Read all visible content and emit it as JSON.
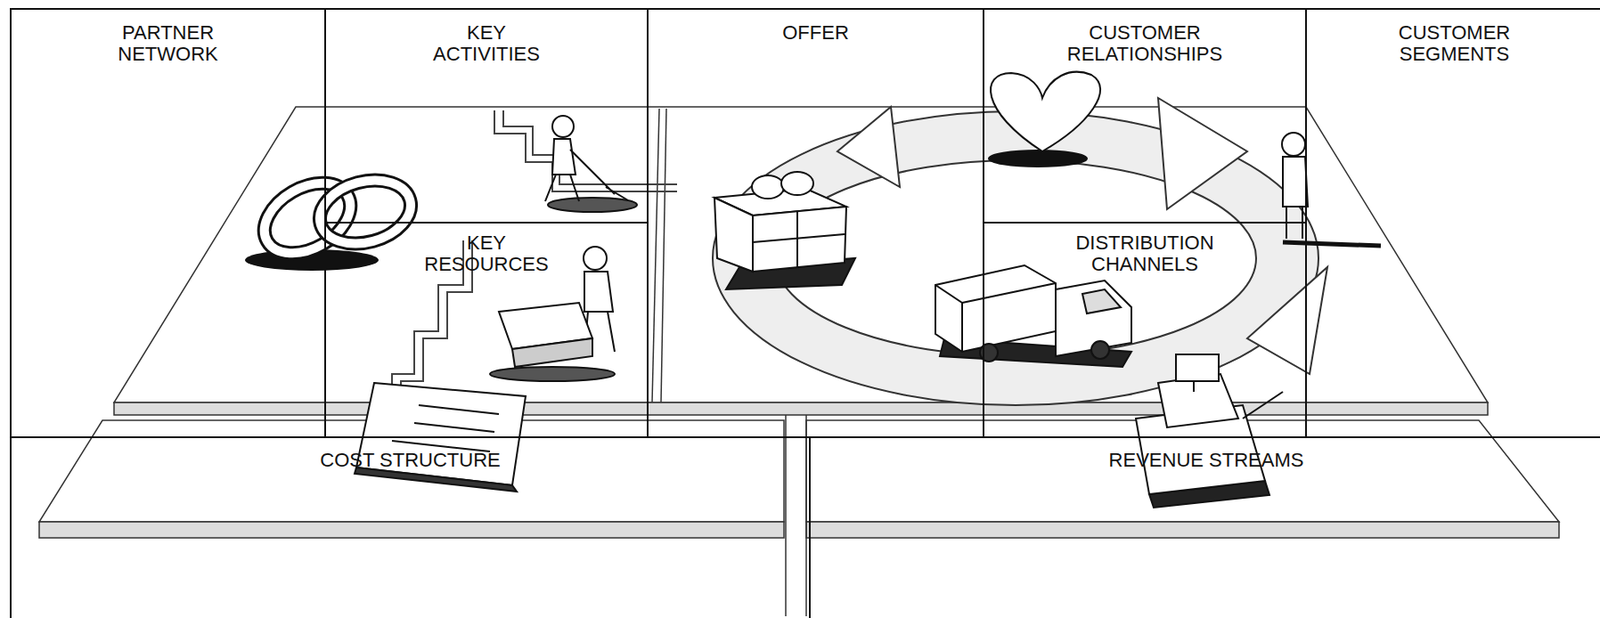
{
  "diagram": {
    "nodes": [
      {
        "text": [
          "PARTNER NETWORK"
        ]
      },
      {
        "text": [
          "KEY ACTIVITIES"
        ]
      },
      {
        "text": [
          "KEY RESOURCES"
        ]
      },
      {
        "text": [
          "OFFER"
        ]
      },
      {
        "text": [
          "CUSTOMER RELATIONSHIPS"
        ]
      },
      {
        "text": [
          "DISTRIBUTION CHANNELS"
        ]
      },
      {
        "text": [
          "CUSTOMER SEGMENTS"
        ]
      },
      {
        "text": [
          "COST STRUCTURE"
        ]
      },
      {
        "text": [
          "REVENUE STREAMS"
        ]
      }
    ]
  }
}
